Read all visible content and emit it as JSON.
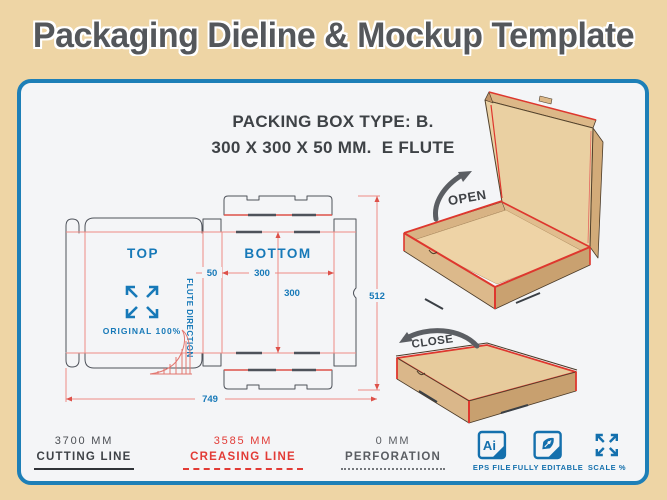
{
  "title": "Packaging Dieline & Mockup Template",
  "panel": {
    "heading_line1": "PACKING BOX TYPE: B.",
    "heading_line2": "300 X 300 X 50 MM.  E FLUTE"
  },
  "dieline": {
    "top_panel_label": "TOP",
    "bottom_panel_label": "BOTTOM",
    "original_scale_label": "ORIGINAL 100%",
    "flute_direction_label": "FLUTE DIRECTION",
    "dim_spine": "50",
    "dim_width": "300",
    "dim_height": "300",
    "dim_total_width": "749",
    "dim_total_height": "512"
  },
  "mockup": {
    "open_label": "OPEN",
    "close_label": "CLOSE"
  },
  "legend": [
    {
      "value": "3700 MM",
      "label": "CUTTING LINE",
      "line_style": "solid"
    },
    {
      "value": "3585 MM",
      "label": "CREASING LINE",
      "line_style": "dashed"
    },
    {
      "value": "0 MM",
      "label": "PERFORATION",
      "line_style": "dotted"
    }
  ],
  "badges": [
    {
      "label": "EPS FILE",
      "icon": "ai-eps-icon",
      "icon_text": "Ai"
    },
    {
      "label": "FULLY EDITABLE",
      "icon": "pen-nib-icon"
    },
    {
      "label": "SCALE %",
      "icon": "scale-arrows-icon"
    }
  ],
  "colors": {
    "background": "#eed5a5",
    "panel_background": "#f4f5f7",
    "panel_border": "#1d7fb7",
    "title_text": "#54575b",
    "dieline_blue": "#1779b8",
    "crease_red": "#ee8b84",
    "strong_red": "#dd5149",
    "cut_dark": "#4e525a",
    "icon_blue": "#1470ad",
    "box_tan": "#e9cd9f",
    "box_tan_dark": "#d2ab79",
    "box_edge_red": "#de372e",
    "arrow_gray": "#5b5e63"
  }
}
